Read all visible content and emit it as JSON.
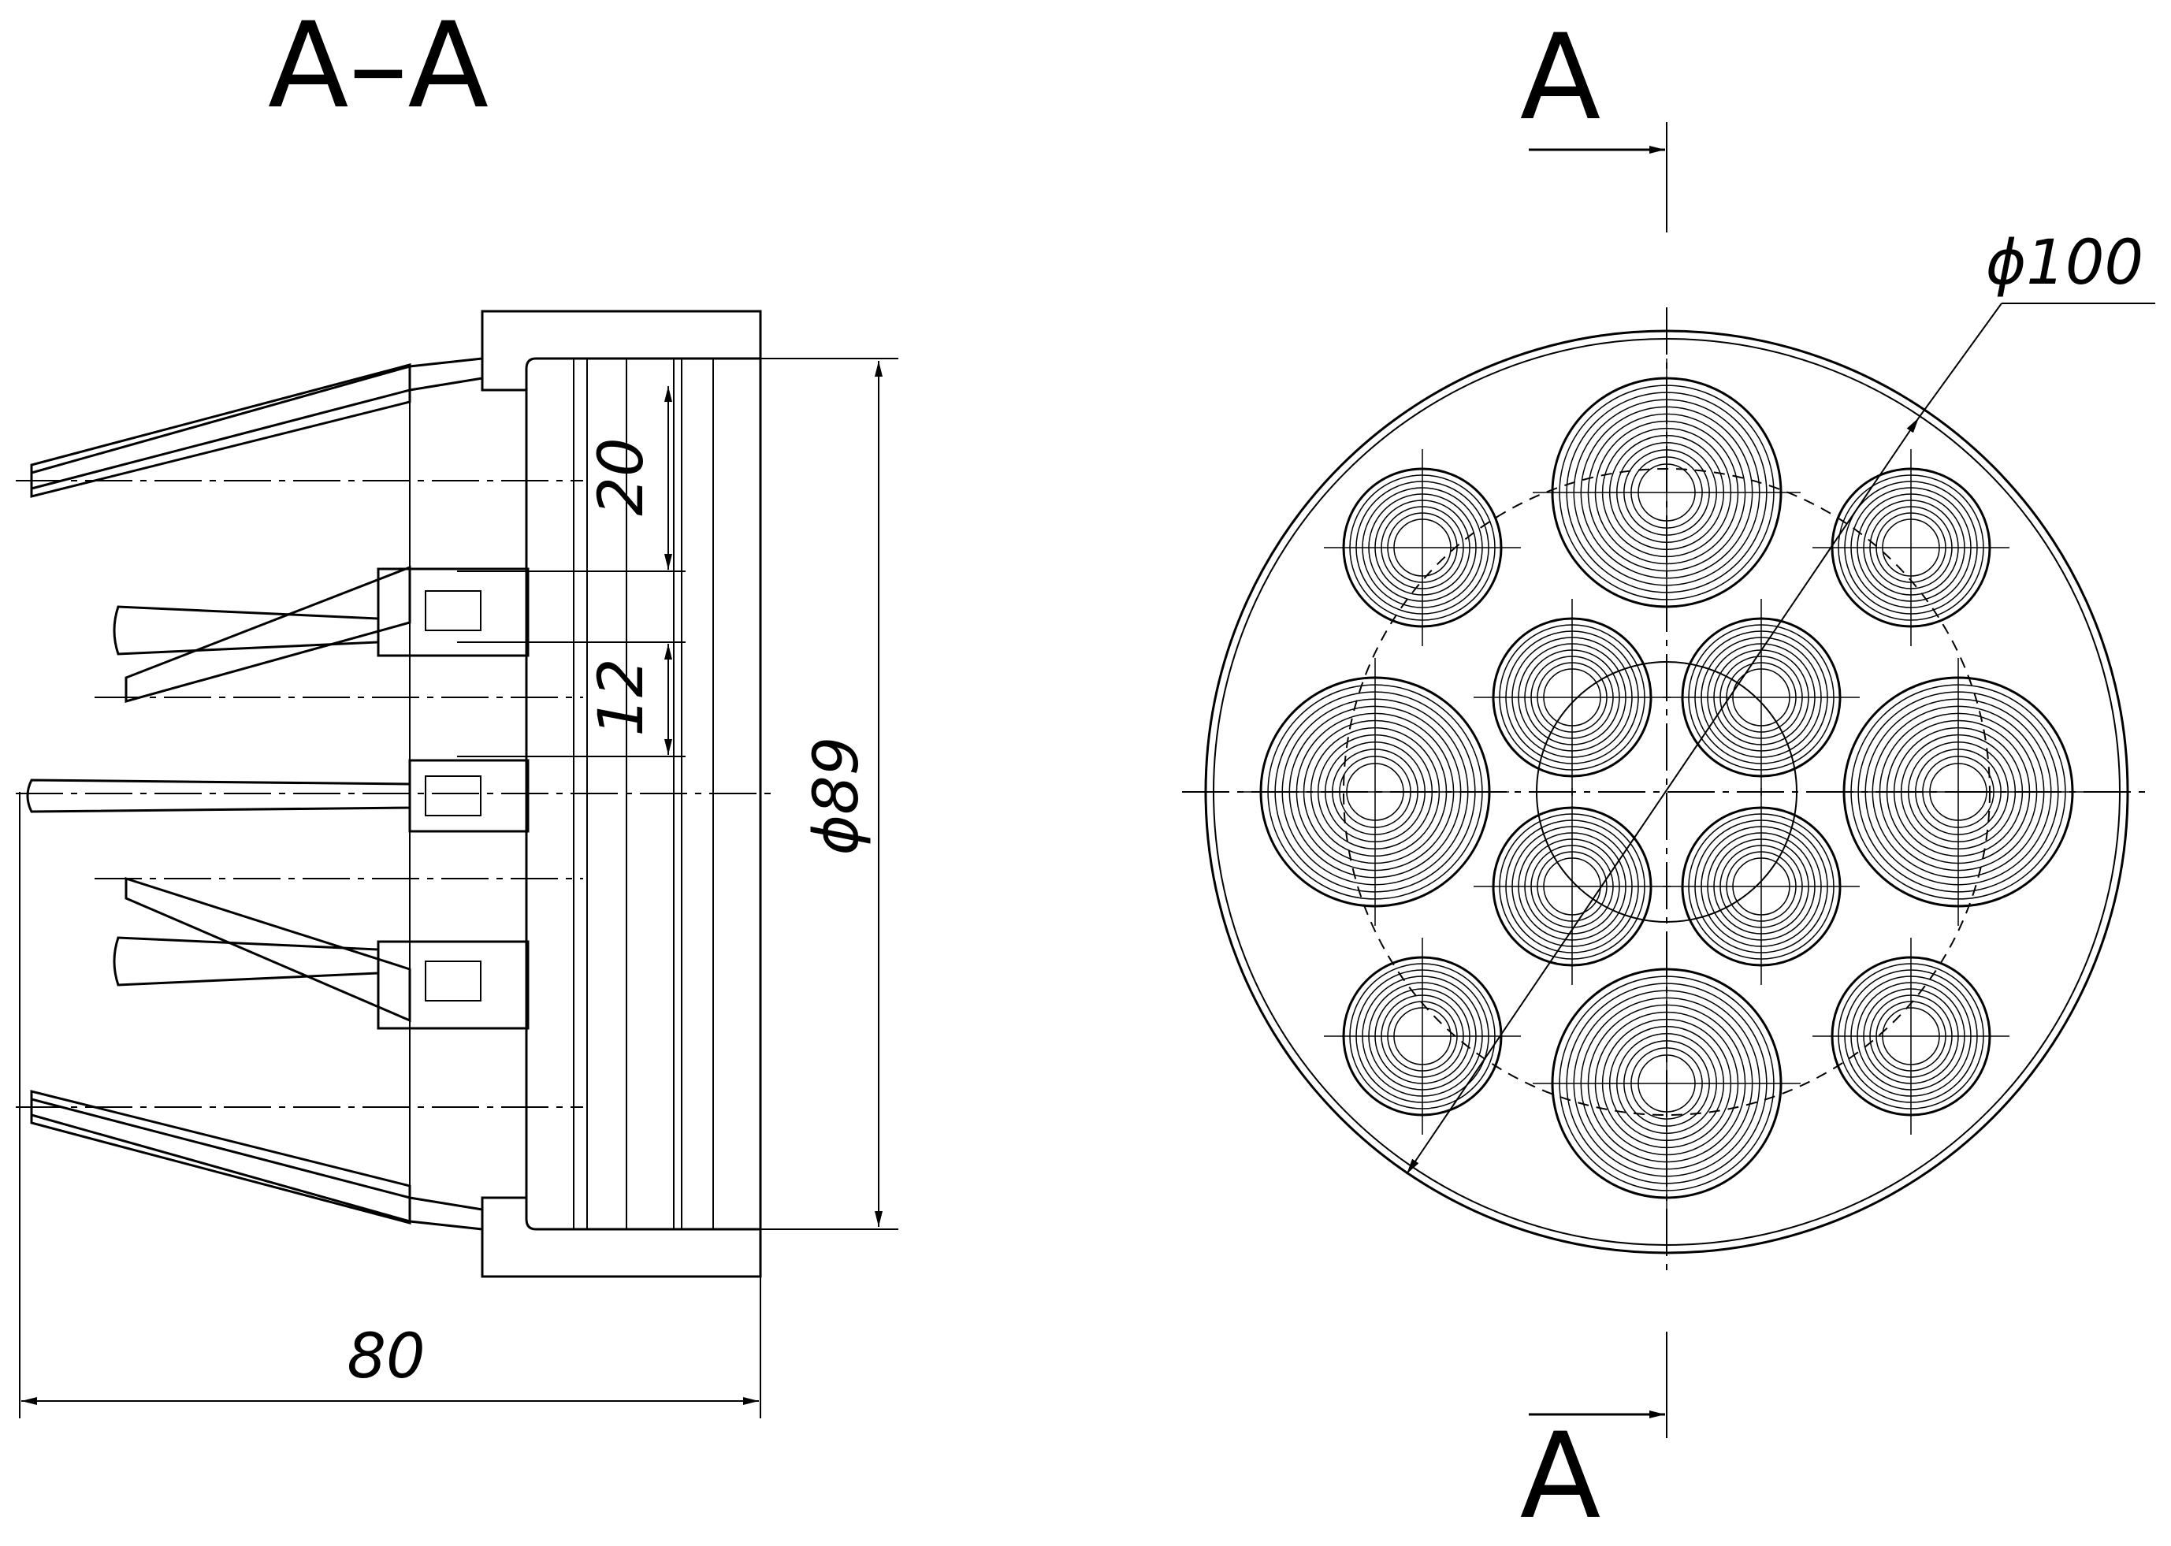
{
  "section": {
    "title": "A–A",
    "dim_width": "80",
    "dim_diameter": "ϕ89",
    "dim_pitch_outer": "20",
    "dim_pitch_inner": "12"
  },
  "plan": {
    "label_top": "A",
    "label_bottom": "A",
    "dim_diameter": "ϕ100"
  }
}
